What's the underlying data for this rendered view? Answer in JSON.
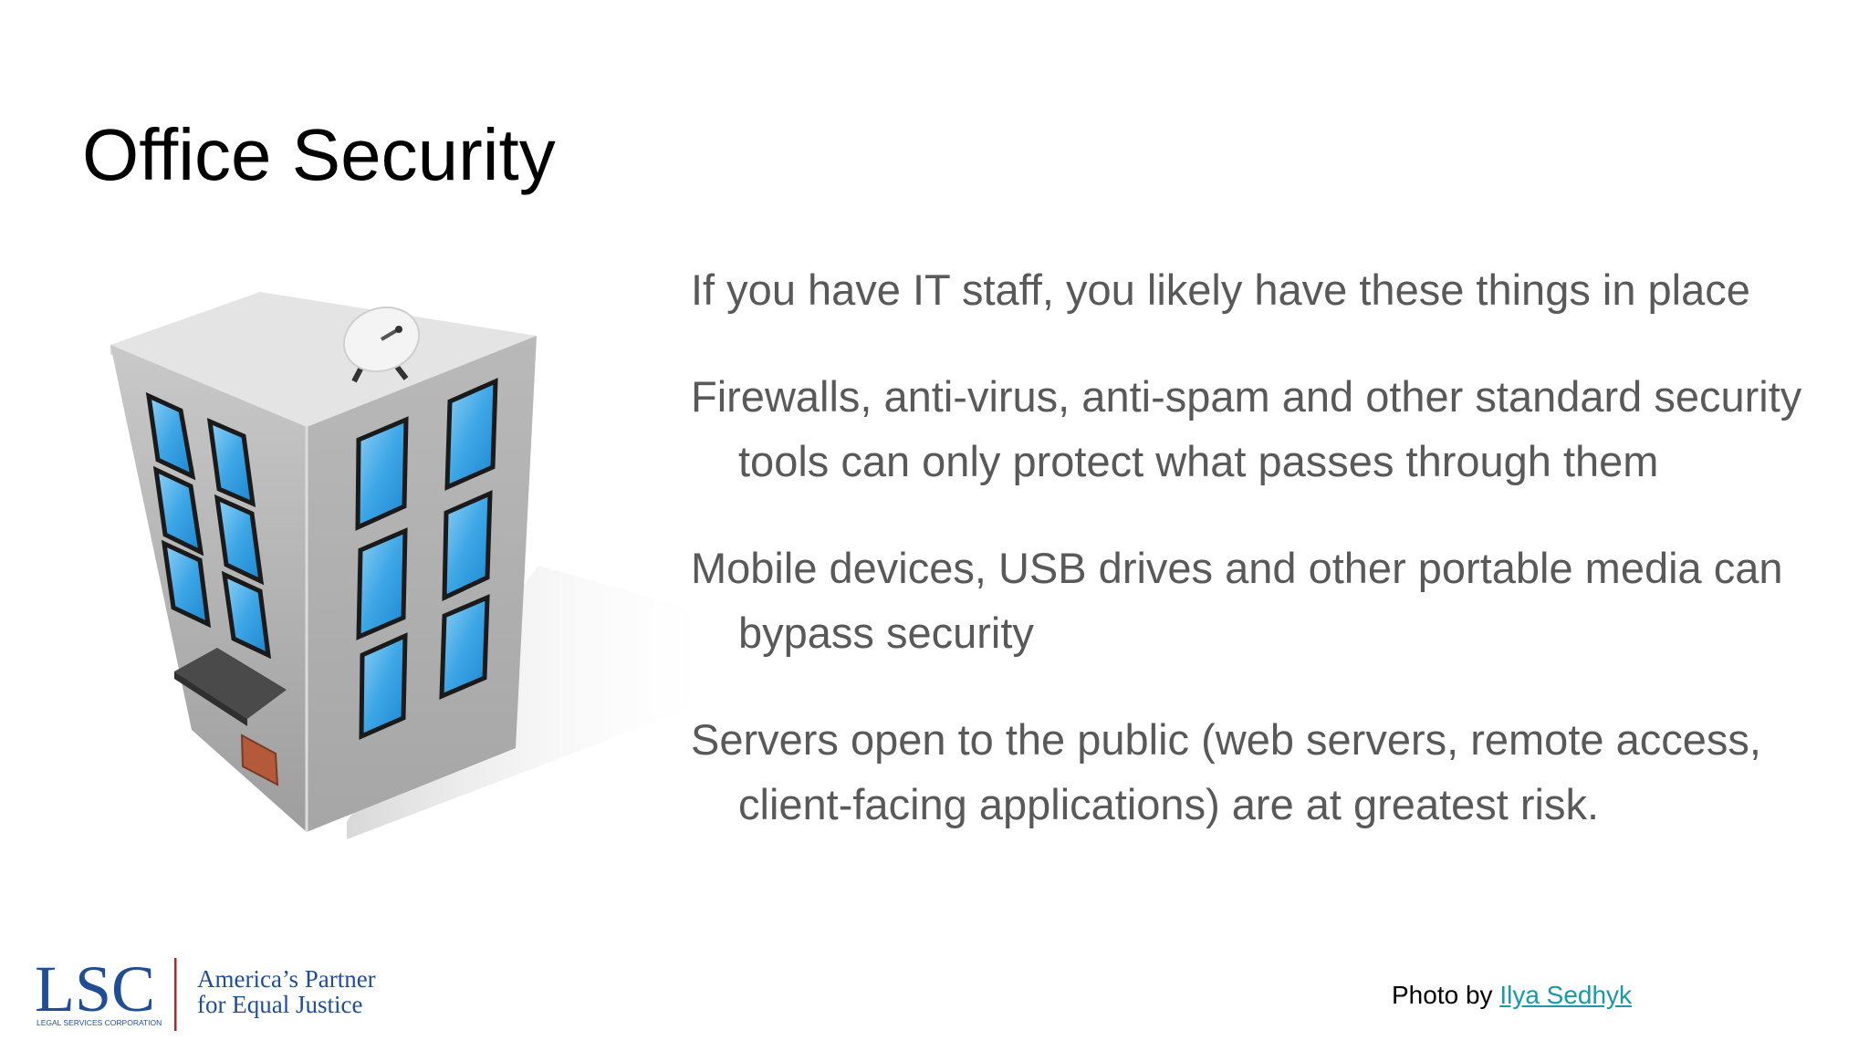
{
  "slide": {
    "title": "Office Security",
    "bullets": [
      "If you have IT staff, you likely have these things in place",
      "Firewalls, anti-virus, anti-spam and other standard security tools can only protect what passes through them",
      "Mobile devices, USB drives and other portable media can bypass security",
      "Servers open to the public (web servers, remote access, client-facing applications) are at greatest risk."
    ],
    "credit": {
      "prefix": "Photo by ",
      "author": "Ilya Sedhyk"
    }
  },
  "logo": {
    "abbr": "LSC",
    "org_name": "LEGAL SERVICES CORPORATION",
    "tagline_line1": "America’s Partner",
    "tagline_line2": "for Equal Justice"
  },
  "colors": {
    "title": "#000000",
    "body_text": "#595959",
    "link": "#1a9aa6",
    "logo_blue": "#1f4e96",
    "logo_red": "#b5262d",
    "window_blue": "#3da6e6"
  },
  "icons": {
    "illustration": "office-building-illustration"
  }
}
